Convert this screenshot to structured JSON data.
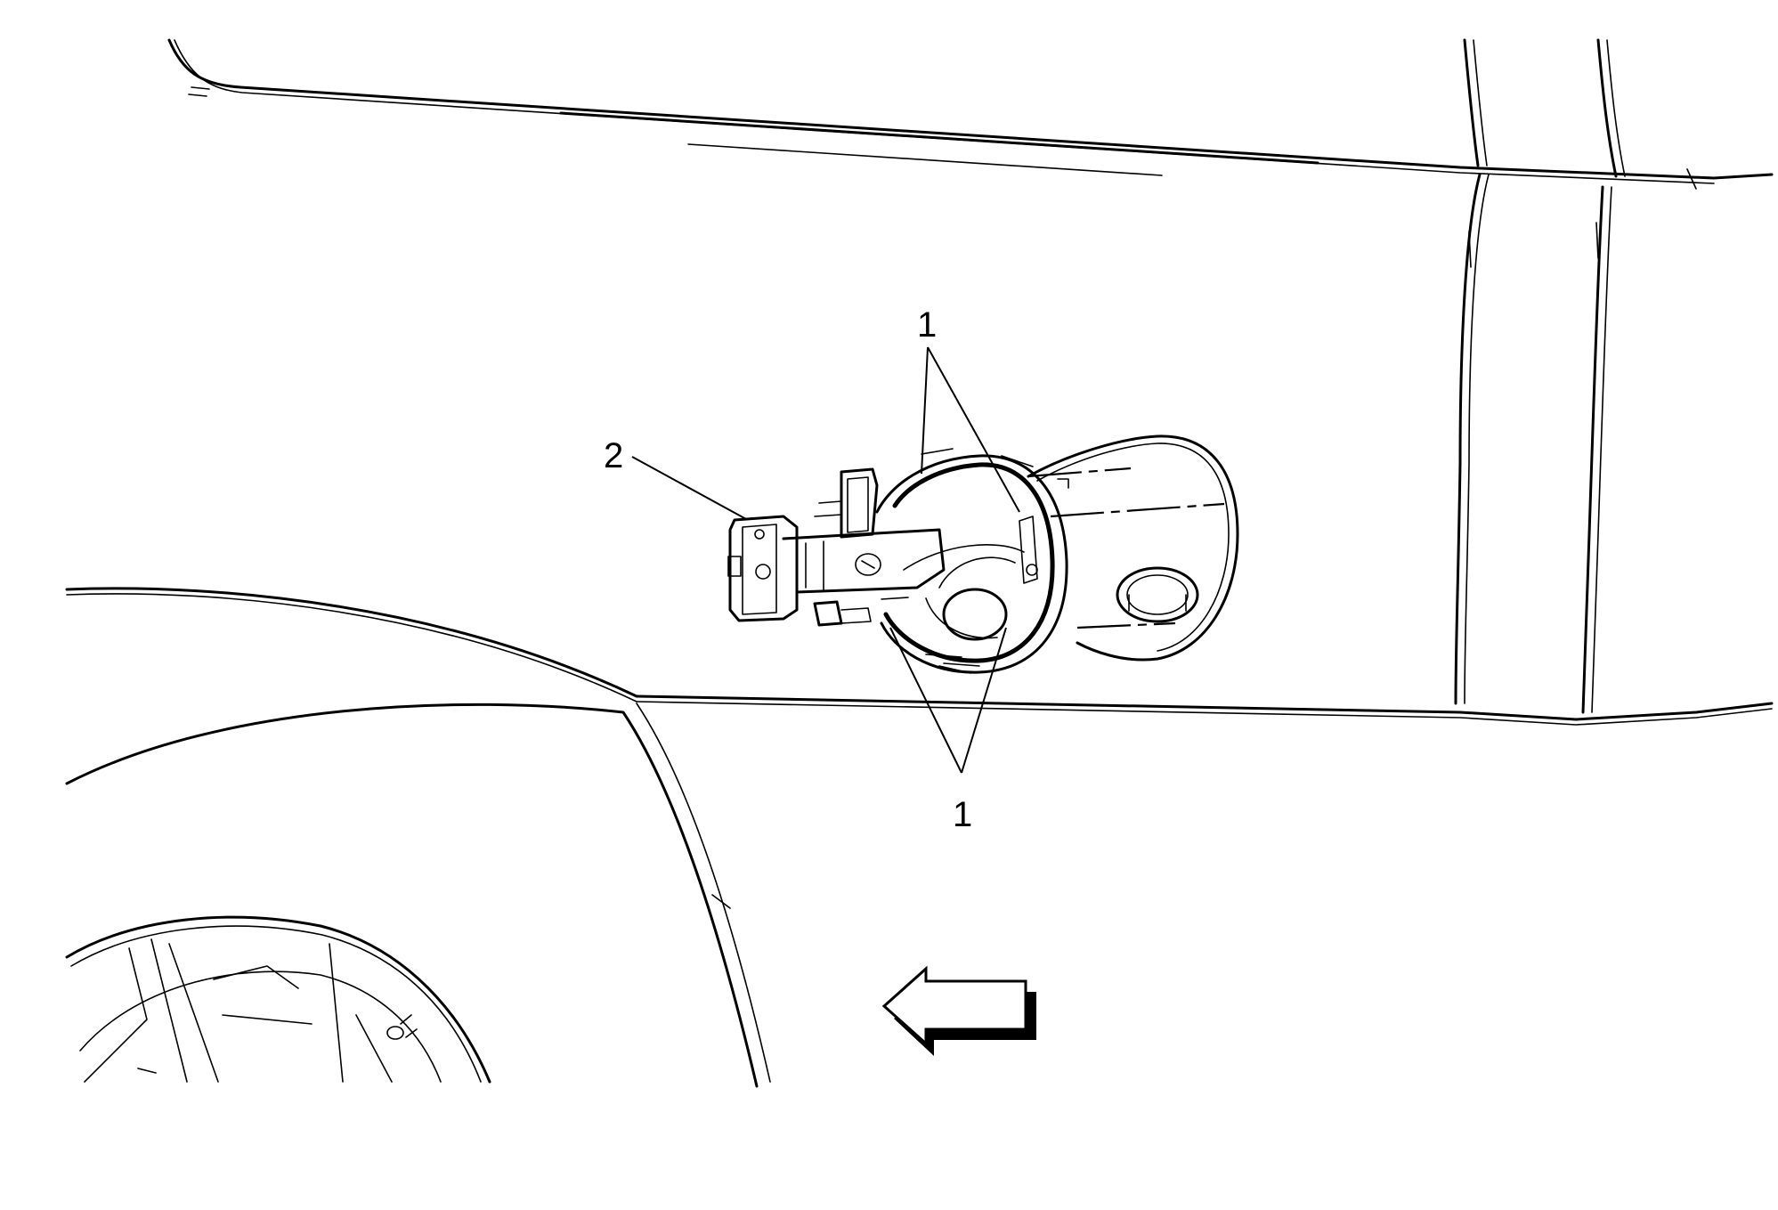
{
  "callouts": {
    "part_1_top": "1",
    "part_1_bottom": "1",
    "part_2": "2"
  },
  "icons": {
    "direction_arrow": "arrow-left-icon"
  },
  "colors": {
    "line": "#000000",
    "background": "#ffffff"
  }
}
